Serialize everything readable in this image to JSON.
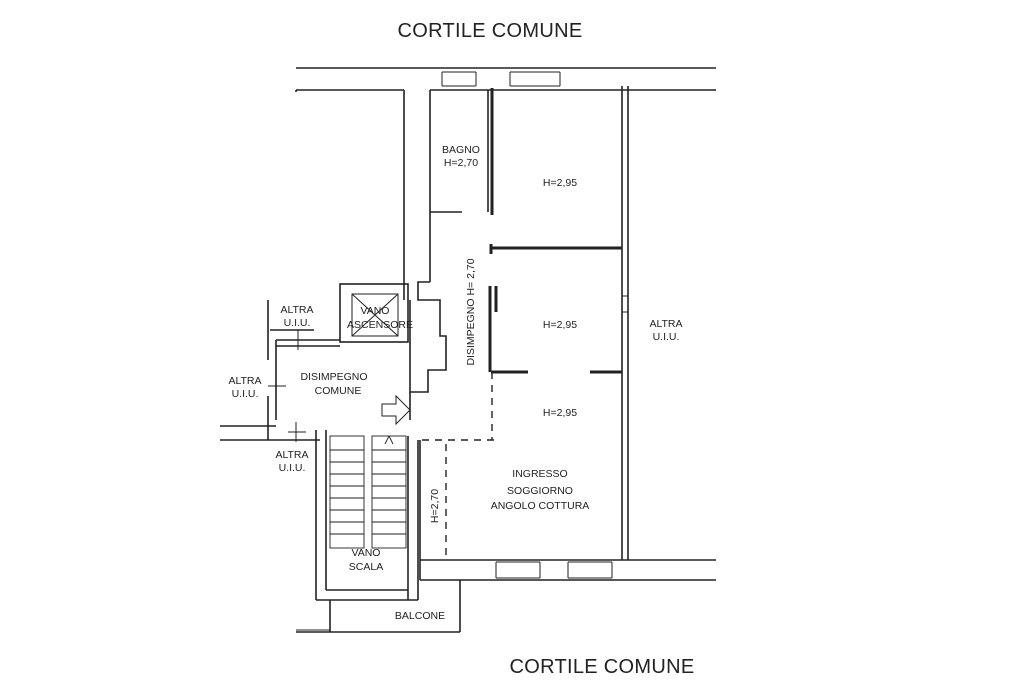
{
  "courtyard_top": "CORTILE COMUNE",
  "courtyard_bottom": "CORTILE COMUNE",
  "rooms": {
    "bagno_name": "BAGNO",
    "bagno_height": "H=2,70",
    "room_top_height": "H=2,95",
    "room_mid_height": "H=2,95",
    "room_low_height": "H=2,95",
    "disimpegno_vertical": "DISIMPEGNO H= 2,70",
    "ingresso_line1": "INGRESSO",
    "ingresso_line2": "SOGGIORNO",
    "ingresso_line3": "ANGOLO COTTURA",
    "corridor_vertical_height": "H=2,70",
    "vano_ascensore_line1": "VANO",
    "vano_ascensore_line2": "ASCENSORE",
    "disimpegno_comune_line1": "DISIMPEGNO",
    "disimpegno_comune_line2": "COMUNE",
    "vano_scala_line1": "VANO",
    "vano_scala_line2": "SCALA",
    "balcone": "BALCONE"
  },
  "neighbors": {
    "top_left_line1": "ALTRA",
    "top_left_line2": "U.I.U.",
    "mid_left_line1": "ALTRA",
    "mid_left_line2": "U.I.U.",
    "bottom_left_line1": "ALTRA",
    "bottom_left_line2": "U.I.U.",
    "right_line1": "ALTRA",
    "right_line2": "U.I.U."
  }
}
